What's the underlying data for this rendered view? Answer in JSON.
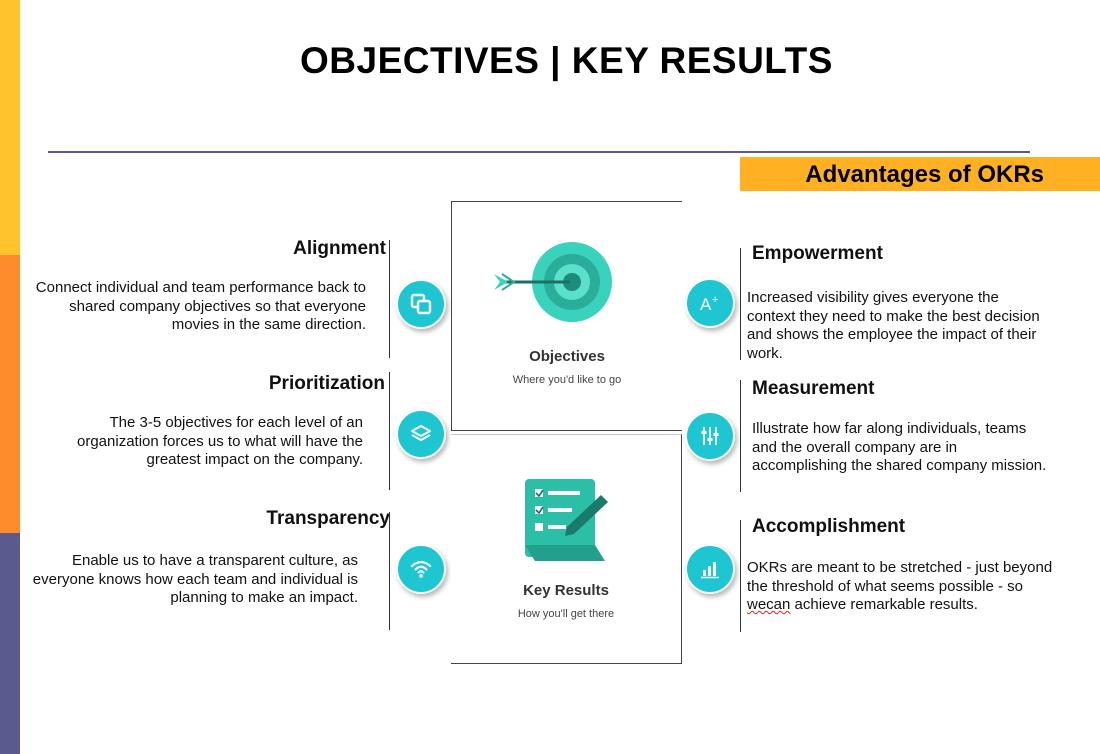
{
  "title": "OBJECTIVES | KEY RESULTS",
  "advantages_label": "Advantages of OKRs",
  "left": [
    {
      "heading": "Alignment",
      "text": "Connect individual and team performance back to shared company objectives so that everyone movies in the same direction.",
      "icon": "copy-icon"
    },
    {
      "heading": "Prioritization",
      "text": "The 3-5 objectives for each level of an organization forces us to what will have the greatest impact on the company.",
      "icon": "layers-icon"
    },
    {
      "heading": "Transparency",
      "text": "Enable us to have a transparent culture, as everyone knows how each team and individual is planning to make an impact.",
      "icon": "wifi-icon"
    }
  ],
  "right": [
    {
      "heading": "Empowerment",
      "text": "Increased visibility gives everyone the context they need to make the best decision and shows the employee the impact of their work.",
      "icon": "grade-a-plus-icon"
    },
    {
      "heading": "Measurement",
      "text": "Illustrate how far along individuals, teams and the overall company are in accomplishing the shared company mission.",
      "icon": "sliders-icon"
    },
    {
      "heading": "Accomplishment",
      "text_before": "OKRs are meant to be stretched - just beyond the threshold of what seems possible - so ",
      "text_flagged": "wecan",
      "text_after": " achieve remarkable results.",
      "icon": "bar-chart-icon"
    }
  ],
  "cards": {
    "objectives": {
      "title": "Objectives",
      "subtitle": "Where you'd like to go",
      "icon": "target-dart-icon"
    },
    "key_results": {
      "title": "Key Results",
      "subtitle": "How you'll get there",
      "icon": "checklist-pencil-icon"
    }
  },
  "colors": {
    "accent_yellow": "#FFC32E",
    "accent_orange": "#FF8C2B",
    "accent_purple": "#5B5A8F",
    "icon_teal": "#1EC6D2",
    "header_bar": "#FFB023"
  }
}
